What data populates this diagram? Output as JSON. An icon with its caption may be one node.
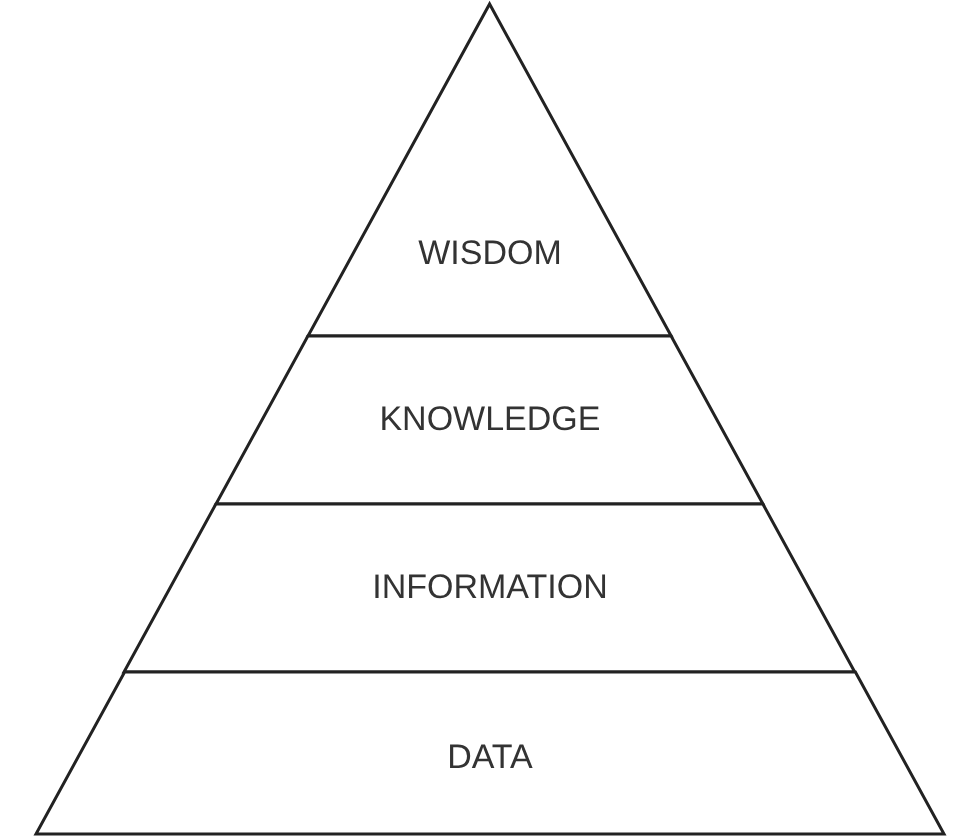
{
  "diagram": {
    "nodes": [
      {
        "text": [
          "WISDOM"
        ]
      },
      {
        "text": [
          "KNOWLEDGE"
        ]
      },
      {
        "text": [
          "INFORMATION"
        ]
      },
      {
        "text": [
          "DATA"
        ]
      }
    ]
  }
}
